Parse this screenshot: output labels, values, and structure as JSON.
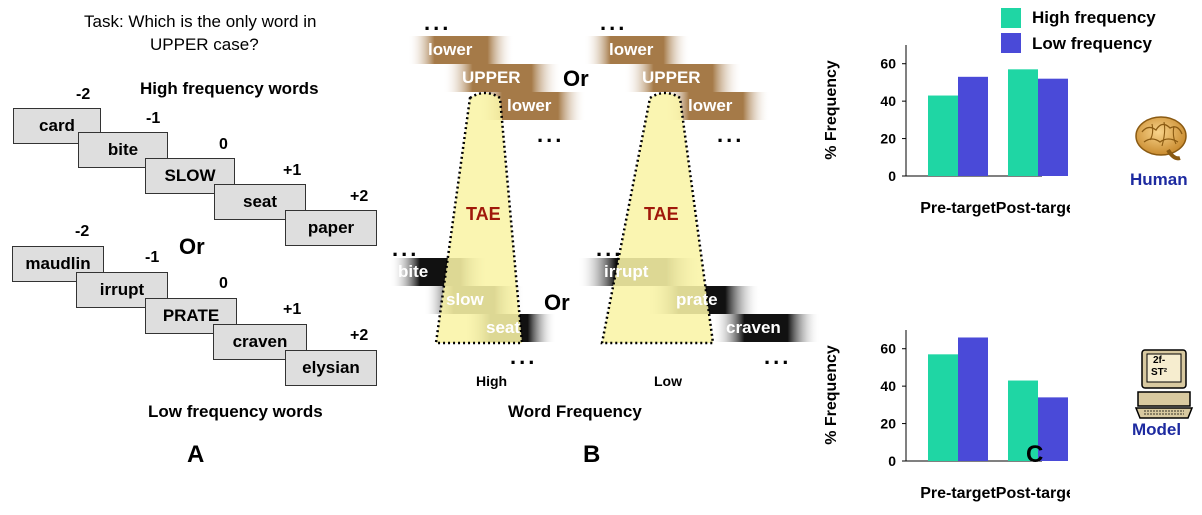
{
  "panel_a": {
    "task_line1": "Task: Which is the only word in",
    "task_line2": "UPPER case?",
    "high_heading": "High frequency words",
    "low_heading": "Low frequency words",
    "or": "Or",
    "positions": [
      "-2",
      "-1",
      "0",
      "+1",
      "+2"
    ],
    "high_words": [
      "card",
      "bite",
      "SLOW",
      "seat",
      "paper"
    ],
    "low_words": [
      "maudlin",
      "irrupt",
      "PRATE",
      "craven",
      "elysian"
    ],
    "letter": "A"
  },
  "panel_b": {
    "dots": "...",
    "lower": "lower",
    "upper": "UPPER",
    "or": "Or",
    "tae": "TAE",
    "high_words": [
      "bite",
      "slow",
      "seat"
    ],
    "low_words": [
      "irrupt",
      "prate",
      "craven"
    ],
    "x_high": "High",
    "x_low": "Low",
    "xlabel": "Word Frequency",
    "letter": "B"
  },
  "panel_c": {
    "legend": [
      "High frequency",
      "Low frequency"
    ],
    "human_label": "Human",
    "model_label": "Model",
    "computer_screen_l1": "2f-",
    "computer_screen_l2": "ST²",
    "letter": "C",
    "colors": {
      "high": "#1fd6a4",
      "low": "#4a4ad8"
    }
  },
  "chart_data": [
    {
      "type": "bar",
      "title": "",
      "ylabel": "% Frequency",
      "xlabel": "",
      "categories": [
        "Pre-target",
        "Post-target"
      ],
      "yticks": [
        "0",
        "20",
        "40",
        "60"
      ],
      "ylim": [
        0,
        70
      ],
      "series": [
        {
          "name": "High frequency",
          "values": [
            43,
            57
          ]
        },
        {
          "name": "Low frequency",
          "values": [
            53,
            52
          ]
        }
      ]
    },
    {
      "type": "bar",
      "title": "",
      "ylabel": "% Frequency",
      "xlabel": "",
      "categories": [
        "Pre-target",
        "Post-target"
      ],
      "yticks": [
        "0",
        "20",
        "40",
        "60"
      ],
      "ylim": [
        0,
        70
      ],
      "series": [
        {
          "name": "High frequency",
          "values": [
            57,
            43
          ]
        },
        {
          "name": "Low frequency",
          "values": [
            66,
            34
          ]
        }
      ]
    }
  ]
}
